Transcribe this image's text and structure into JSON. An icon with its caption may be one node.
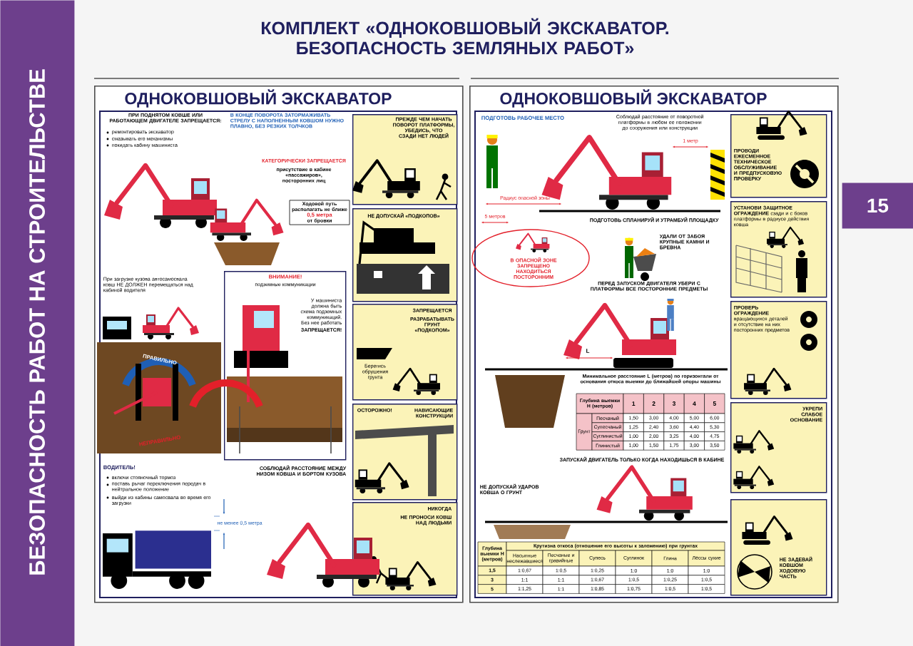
{
  "diagram": {
    "title": "КОМПЛЕКТ «ОДНОКОВШОВЫЙ ЭКСКАВАТОР. БЕЗОПАСНОСТЬ ЗЕМЛЯНЫХ РАБОТ»",
    "nodes": [
      {
        "text": [
          "БЕЗОПАСНОСТЬ РАБОТ НА СТРОИТЕЛЬСТВЕ"
        ]
      },
      {
        "text": [
          "15"
        ]
      },
      {
        "text": [
          "ОДНОКОВШОВЫЙ ЭКСКАВАТОР"
        ]
      },
      {
        "text": [
          "ПРЕЖДЕ ЧЕМ НАЧАТЬ ПОВОРОТ ПЛАТФОРМЫ, УБЕДИСЬ, ЧТО СЗАДИ НЕТ ЛЮДЕЙ"
        ],
        "in": 2
      },
      {
        "text": [
          "НЕ ДОПУСКАЙ «ПОДКОПОВ»"
        ],
        "in": 2
      },
      {
        "text": [
          "ЗАПРЕЩАЕТСЯ",
          "РАЗРАБАТЫВАТЬ ГРУНТ «ПОДКОПОМ»",
          "Берегись обрушения грунта"
        ],
        "in": 2
      },
      {
        "text": [
          "ОСТОРОЖНО!",
          "НАВИСАЮЩИЕ КОНСТРУКЦИИ"
        ],
        "in": 2
      },
      {
        "text": [
          "НИКОГДА",
          "НЕ ПРОНОСИ КОВШ НАД ЛЮДЬМИ"
        ],
        "in": 2
      },
      {
        "text": [
          "ВНИМАНИЕ!",
          "подземные коммуникации",
          "У машиниста должна быть схема подземных коммуникаций. Без нее работать",
          "ЗАПРЕЩАЕТСЯ!"
        ],
        "in": 2
      },
      {
        "text": [
          "Ходовой путь располагать не ближе",
          "0,5 метра",
          "от бровки"
        ],
        "in": 2
      },
      {
        "text": [
          "ОДНОКОВШОВЫЙ ЭКСКАВАТОР"
        ]
      },
      {
        "text": [
          "ПРОВОДИ ЕЖЕСМЕННОЕ ТЕХНИЧЕСКОЕ ОБСЛУЖИВАНИЕ И ПРЕДПУСКОВУЮ ПРОВЕРКУ"
        ],
        "in": 10
      },
      {
        "text": [
          "**УСТАНОВИ ЗАЩИТНОЕ ОГРАЖДЕНИЕ** сзади и с боков платформы в радиусе действия ковша"
        ],
        "in": 10
      },
      {
        "text": [
          "**ПРОВЕРЬ ОГРАЖДЕНИЕ** вращающихся деталей и отсутствие на них посторонних предметов"
        ],
        "in": 10
      },
      {
        "text": [
          "УКРЕПИ СЛАБОЕ ОСНОВАНИЕ"
        ],
        "in": 10
      },
      {
        "text": [
          "НЕ ЗАДЕВАЙ КОВШОМ ХОДОВУЮ ЧАСТЬ"
        ],
        "in": 10
      },
      {
        "text": [
          "В ОПАСНОЙ ЗОНЕ ЗАПРЕЩЕНО НАХОДИТЬСЯ ПОСТОРОННИМ"
        ],
        "in": 10
      }
    ],
    "labels": [
      "ПРИ ПОДНЯТОМ КОВШЕ ИЛИ РАБОТАЮЩЕМ ДВИГАТЕЛЕ ЗАПРЕЩАЕТСЯ:",
      "ремонтировать экскаватор",
      "смазывать его механизмы",
      "покидать кабину машиниста",
      "В КОНЦЕ ПОВОРОТА ЗАТОРМАЖИВАТЬ СТРЕЛУ С НАПОЛНЕННЫМ КОВШОМ НУЖНО ПЛАВНО, БЕЗ РЕЗКИХ ТОЛЧКОВ",
      "КАТЕГОРИЧЕСКИ ЗАПРЕЩАЕТСЯ",
      "присутствие в кабине «пассажиров», посторонних лиц",
      "При загрузке кузова автосамосвала ковш НЕ ДОЛЖЕН перемещаться над кабиной водителя",
      "ПРАВИЛЬНО",
      "НЕПРАВИЛЬНО",
      "ВОДИТЕЛЬ!",
      "включи стояночный тормоз",
      "поставь рычаг переключения передач в нейтральное положение",
      "выйди из кабины самосвала во время его загрузки",
      "СОБЛЮДАЙ РАССТОЯНИЕ МЕЖДУ НИЗОМ КОВША И БОРТОМ КУЗОВА",
      "не менее 0,5 метра",
      "ПОДГОТОВЬ РАБОЧЕЕ МЕСТО",
      "Соблюдай расстояние от поворотной платформы в любом ее положении до сооружения или конструкции",
      "1 метр",
      "Радиус опасной зоны",
      "5 метров",
      "ПОДГОТОВЬ СПЛАНИРУЙ И УТРАМБУЙ ПЛОЩАДКУ",
      "УДАЛИ ОТ ЗАБОЯ КРУПНЫЕ КАМНИ И БРЕВНА",
      "ПЕРЕД ЗАПУСКОМ ДВИГАТЕЛЯ УБЕРИ С ПЛАТФОРМЫ ВСЕ ПОСТОРОННИЕ ПРЕДМЕТЫ",
      "L",
      "Минимальное расстояние L (метров) по горизонтали от основания откоса выемки до ближайшей опоры машины",
      "Глубина выемки Н (метров)",
      "1",
      "2",
      "3",
      "4",
      "5",
      "Грунт",
      "Песчаный",
      "1,50",
      "3,00",
      "4,00",
      "5,00",
      "6,00",
      "Супесчаный",
      "1,25",
      "2,40",
      "3,60",
      "4,40",
      "5,30",
      "Суглинистый",
      "1,00",
      "2,00",
      "3,25",
      "4,00",
      "4,75",
      "Глинистый",
      "1,00",
      "1,50",
      "1,75",
      "3,00",
      "3,50",
      "ЗАПУСКАЙ ДВИГАТЕЛЬ ТОЛЬКО КОГДА НАХОДИШЬСЯ В КАБИНЕ",
      "НЕ ДОПУСКАЙ УДАРОВ КОВША О ГРУНТ",
      "Глубина выемки Н (метров)",
      "Крутизна откоса (отношение его высоты к заложению) при грунтах",
      "Насыпные неслежавшиеся",
      "Песчаные и гравийные",
      "Супесь",
      "Суглинок",
      "Глина",
      "Лёссы сухие",
      "1,5",
      "1:0,67",
      "1:0,5",
      "1:0,25",
      "1:0",
      "1:0",
      "1:0",
      "3",
      "1:1",
      "1:1",
      "1:0,67",
      "1:0,5",
      "1:0,25",
      "1:0,5",
      "5",
      "1:1,25",
      "1:1",
      "1:0,85",
      "1:0,75",
      "1:0,5",
      "1:0,5"
    ]
  }
}
